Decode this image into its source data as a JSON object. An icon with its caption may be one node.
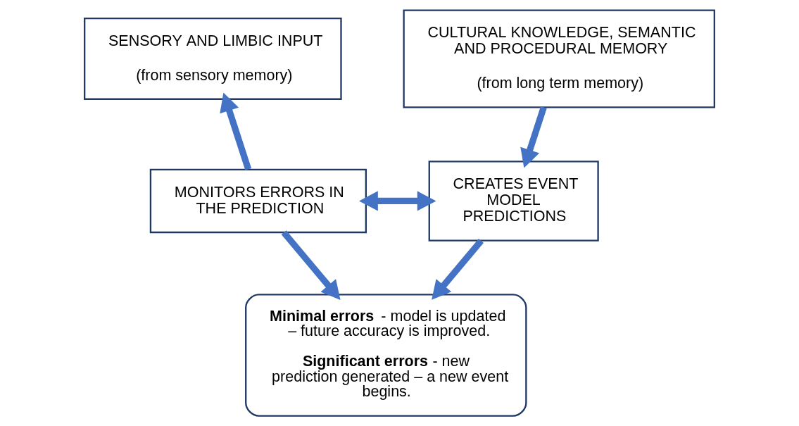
{
  "diagram": {
    "nodes": [
      {
        "text": [
          "SENSORY AND LIMBIC INPUT",
          "(from sensory memory)"
        ]
      },
      {
        "text": [
          "CULTURAL KNOWLEDGE, SEMANTIC AND PROCEDURAL MEMORY",
          "(from long term memory)"
        ]
      },
      {
        "text": [
          "MONITORS ERRORS IN THE PREDICTION"
        ]
      },
      {
        "text": [
          "CREATES EVENT MODEL PREDICTIONS"
        ]
      },
      {
        "text": [
          "**Minimal errors** - model is updated – future accuracy is improved.",
          "**Significant errors** - new prediction generated – a new event begins."
        ]
      }
    ],
    "edges": [
      {
        "from": 2,
        "to": 0,
        "arrow": "to"
      },
      {
        "from": 1,
        "to": 3,
        "arrow": "to"
      },
      {
        "from": 2,
        "to": 3,
        "arrow": "both"
      },
      {
        "from": 2,
        "to": 4,
        "arrow": "to"
      },
      {
        "from": 3,
        "to": 4,
        "arrow": "to"
      }
    ]
  }
}
